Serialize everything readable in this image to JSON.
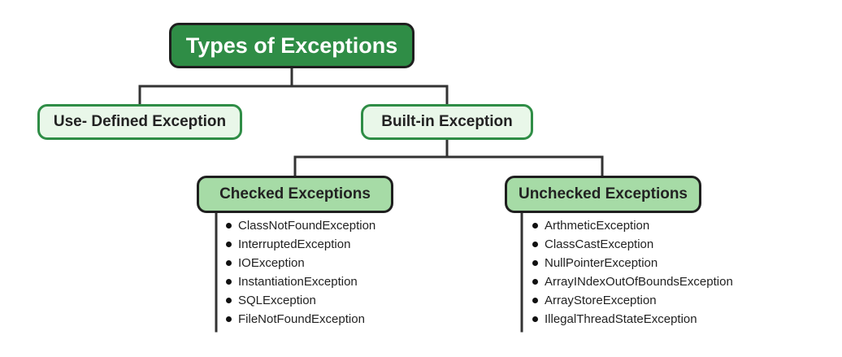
{
  "root": {
    "label": "Types of Exceptions"
  },
  "branches": {
    "user_defined": "Use- Defined Exception",
    "built_in": "Built-in Exception"
  },
  "categories": {
    "checked": {
      "label": "Checked Exceptions",
      "items": [
        "ClassNotFoundException",
        "InterruptedException",
        "IOException",
        "InstantiationException",
        "SQLException",
        "FileNotFoundException"
      ]
    },
    "unchecked": {
      "label": "Unchecked Exceptions",
      "items": [
        "ArthmeticException",
        "ClassCastException",
        "NullPointerException",
        "ArrayINdexOutOfBoundsException",
        "ArrayStoreException",
        "IllegalThreadStateException"
      ]
    }
  },
  "colors": {
    "root_fill": "#2f8d46",
    "branch_fill": "#e9f7e9",
    "branch_border": "#2f8d46",
    "category_fill": "#a6dba6",
    "line": "#333333"
  }
}
